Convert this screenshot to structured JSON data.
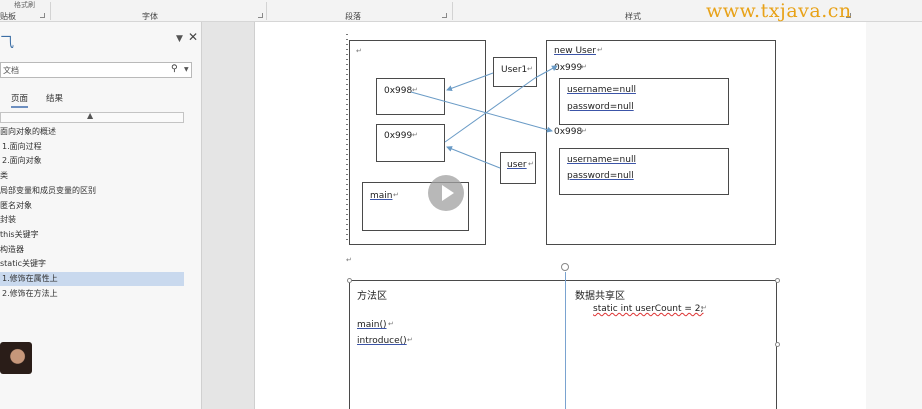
{
  "ribbon": {
    "groups": [
      "贴板",
      "字体",
      "段落",
      "样式"
    ],
    "top_left": "格式刷"
  },
  "watermark": "www.txjava.cn",
  "nav": {
    "search_placeholder": "文档",
    "tabs": [
      "页面",
      "结果"
    ],
    "items": [
      {
        "label": "面向对象的概述",
        "selected": false
      },
      {
        "label": "1.面向过程",
        "selected": false
      },
      {
        "label": "2.面向对象",
        "selected": false
      },
      {
        "label": "类",
        "selected": false
      },
      {
        "label": "局部变量和成员变量的区别",
        "selected": false
      },
      {
        "label": "匿名对象",
        "selected": false
      },
      {
        "label": "封装",
        "selected": false
      },
      {
        "label": "this关键字",
        "selected": false
      },
      {
        "label": "构造器",
        "selected": false
      },
      {
        "label": "static关键字",
        "selected": false
      },
      {
        "label": "1.修饰在属性上",
        "selected": true
      },
      {
        "label": "2.修饰在方法上",
        "selected": false
      }
    ]
  },
  "diagram": {
    "stack": {
      "addr1": "0x998",
      "addr2": "0x999",
      "main": "main"
    },
    "refs": {
      "user1": "User1",
      "user": "user"
    },
    "heap": {
      "new_user": "new User",
      "addr_top": "0x999",
      "addr_mid": "0x998",
      "obj1_username": "username=null",
      "obj1_password": "password=null",
      "obj2_username": "username=null",
      "obj2_password": "password=null"
    },
    "method_area": {
      "title": "方法区",
      "methods": [
        "main()",
        "introduce()"
      ]
    },
    "shared_area": {
      "title": "数据共享区",
      "code": "static int userCount = 2;"
    },
    "para_mark": "↵"
  }
}
